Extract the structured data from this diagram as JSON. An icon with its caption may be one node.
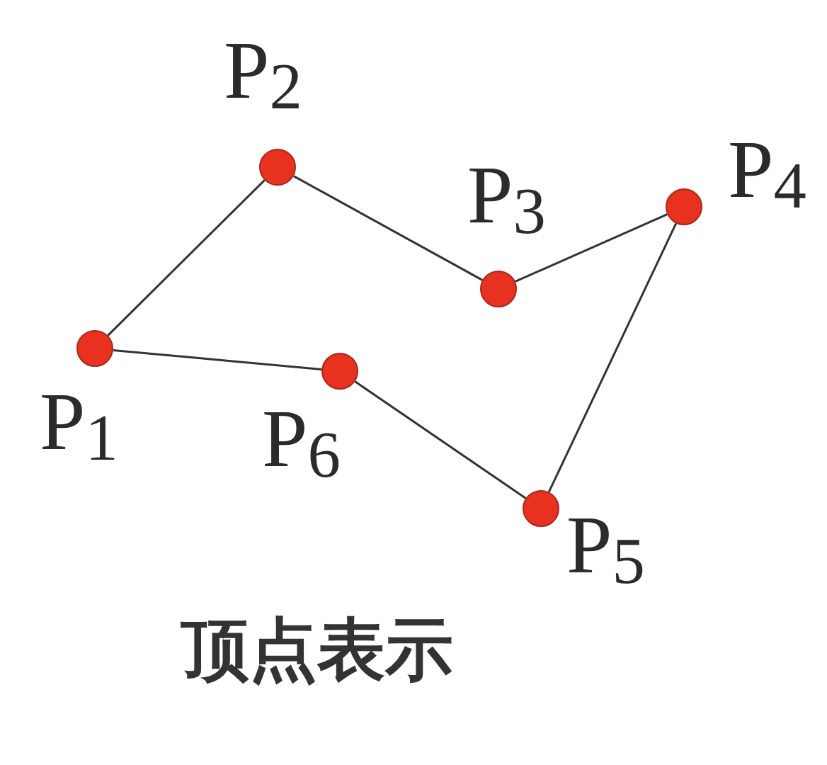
{
  "diagram": {
    "caption": "顶点表示",
    "nodes": [
      {
        "text": [],
        "shape": "circle",
        "beside": [
          "P$_{1}$"
        ]
      },
      {
        "text": [],
        "shape": "circle",
        "beside": [
          "P$_{2}$"
        ]
      },
      {
        "text": [],
        "shape": "circle",
        "beside": [
          "P$_{3}$"
        ]
      },
      {
        "text": [],
        "shape": "circle",
        "beside": [
          "P$_{4}$"
        ]
      },
      {
        "text": [],
        "shape": "circle",
        "beside": [
          "P$_{5}$"
        ]
      },
      {
        "text": [],
        "shape": "circle",
        "beside": [
          "P$_{6}$"
        ]
      }
    ],
    "edges": [
      {
        "from": 0,
        "to": 1,
        "arrow": "none"
      },
      {
        "from": 1,
        "to": 2,
        "arrow": "none"
      },
      {
        "from": 2,
        "to": 3,
        "arrow": "none"
      },
      {
        "from": 3,
        "to": 4,
        "arrow": "none"
      },
      {
        "from": 4,
        "to": 5,
        "arrow": "none"
      },
      {
        "from": 5,
        "to": 0,
        "arrow": "none"
      }
    ]
  }
}
